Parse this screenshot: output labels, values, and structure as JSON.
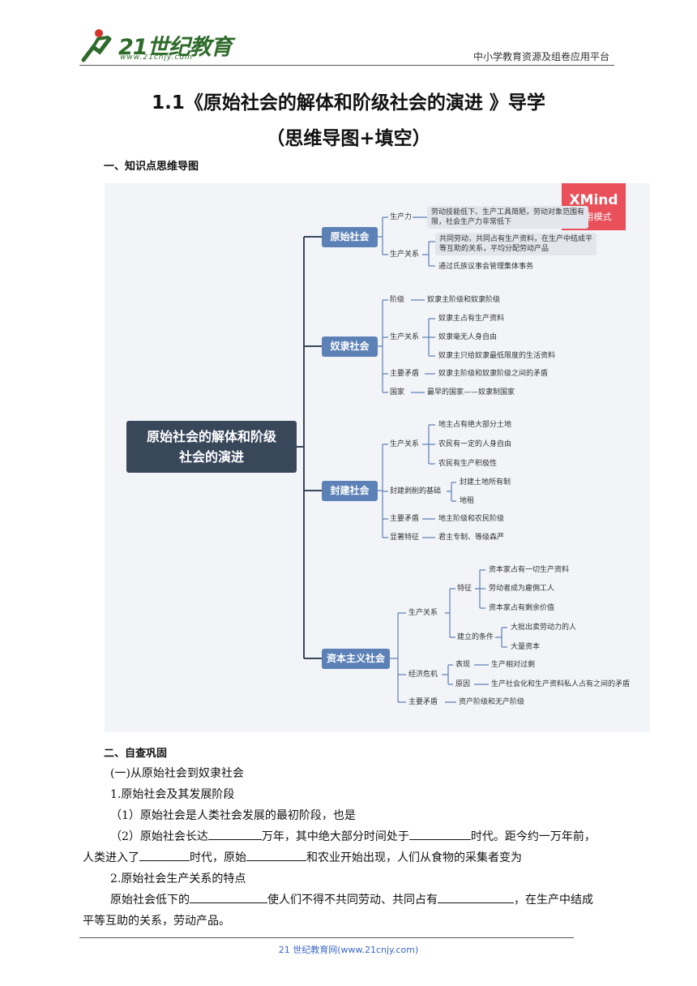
{
  "header": {
    "logo_text": "21世纪教育",
    "logo_sub": "www.21cnjy.com",
    "platform": "中小学教育资源及组卷应用平台"
  },
  "title": "1.1《原始社会的解体和阶级社会的演进 》导学",
  "subtitle": "（思维导图+填空）",
  "section1": "一、知识点思维导图",
  "mindmap": {
    "watermark_line1": "XMind",
    "watermark_line2": "试用模式",
    "root_line1": "原始社会的解体和阶级",
    "root_line2": "社会的演进",
    "yuanshi": {
      "label": "原始社会",
      "shengchanli": "生产力",
      "shengchanli_d1": "劳动技能低下、生产工具简陋，劳动对象范围有",
      "shengchanli_d2": "限，社会生产力非常低下",
      "guanxi": "生产关系",
      "guanxi_d1a": "共同劳动，共同占有生产资料，在生产中结成平",
      "guanxi_d1b": "等互助的关系，平均分配劳动产品",
      "guanxi_d2": "通过氏族议事会管理集体事务"
    },
    "nuli": {
      "label": "奴隶社会",
      "jieji": "阶级",
      "jieji_d": "奴隶主阶级和奴隶阶级",
      "guanxi": "生产关系",
      "guanxi_d1": "奴隶主占有生产资料",
      "guanxi_d2": "奴隶毫无人身自由",
      "guanxi_d3": "奴隶主只给奴隶最低限度的生活资料",
      "maodun": "主要矛盾",
      "maodun_d": "奴隶主阶级和奴隶阶级之间的矛盾",
      "guojia": "国家",
      "guojia_d": "最早的国家——奴隶制国家"
    },
    "fengjian": {
      "label": "封建社会",
      "guanxi": "生产关系",
      "guanxi_d1": "地主占有绝大部分土地",
      "guanxi_d2": "农民有一定的人身自由",
      "guanxi_d3": "农民有生产积极性",
      "jichu": "封建剥削的基础",
      "jichu_d1": "封建土地所有制",
      "jichu_d2": "地租",
      "maodun": "主要矛盾",
      "maodun_d": "地主阶级和农民阶级",
      "tezheng": "显著特征",
      "tezheng_d": "君主专制、等级森严"
    },
    "ziben": {
      "label": "资本主义社会",
      "guanxi": "生产关系",
      "tedian": "特征",
      "tedian_d1": "资本家占有一切生产资料",
      "tedian_d2": "劳动者成为雇佣工人",
      "tedian_d3": "资本家占有剩余价值",
      "tiaojian": "建立的条件",
      "tiaojian_d1": "大批出卖劳动力的人",
      "tiaojian_d2": "大量资本",
      "weiji": "经济危机",
      "biaoxian": "表现",
      "biaoxian_d": "生产相对过剩",
      "yuanyin": "原因",
      "yuanyin_d": "生产社会化和生产资料私人占有之间的矛盾",
      "maodun": "主要矛盾",
      "maodun_d": "资产阶级和无产阶级"
    }
  },
  "section2": "二、自查巩固",
  "body": {
    "l1": "(一)从原始社会到奴隶社会",
    "l2": "1.原始社会及其发展阶段",
    "l3": "（1）原始社会是人类社会发展的最初阶段，也是",
    "l4a": "（2）原始社会长达",
    "l4b": "万年，其中绝大部分时间处于",
    "l4c": "时代。距今约一万年前，",
    "l5a": "人类进入了",
    "l5b": "时代，原始",
    "l5c": "和农业开始出现，人们从食物的采集者变为",
    "l6": "2.原始社会生产关系的特点",
    "l7a": "原始社会低下的",
    "l7b": "使人们不得不共同劳动、共同占有",
    "l7c": "，在生产中结成",
    "l8": "平等互助的关系，劳动产品。"
  },
  "footer": "21 世纪教育网(www.21cnjy.com)"
}
